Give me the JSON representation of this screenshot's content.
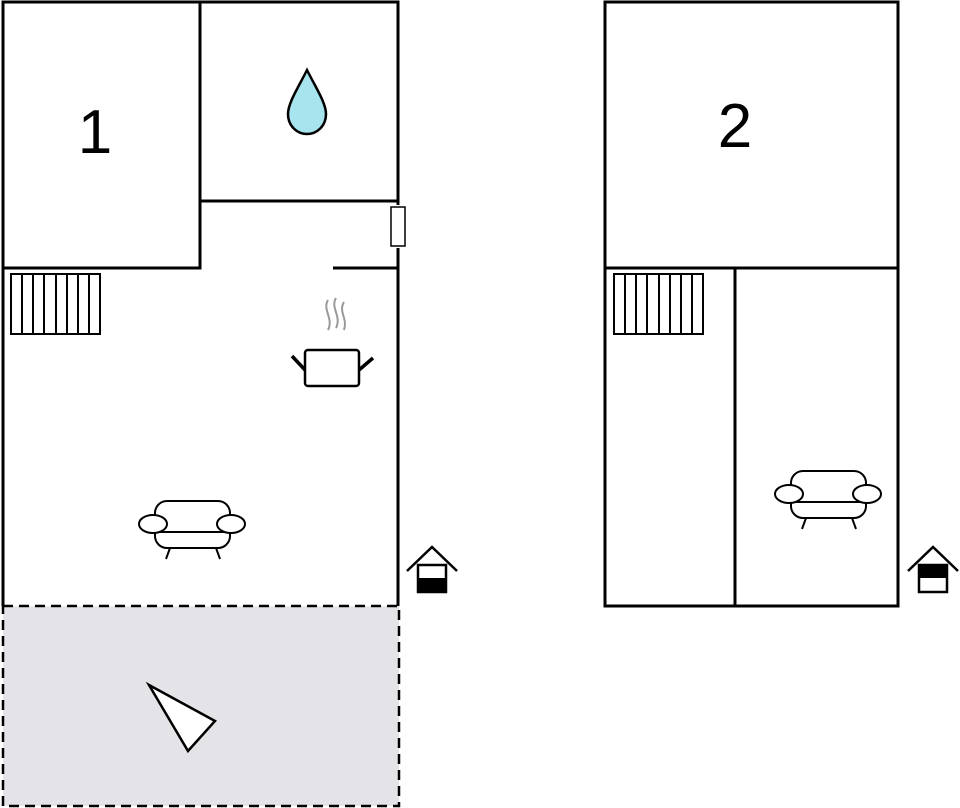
{
  "floors": [
    {
      "rooms": [
        {
          "label": "1",
          "kind": "bedroom"
        },
        {
          "label": "",
          "kind": "bathroom"
        },
        {
          "label": "",
          "kind": "kitchen-living"
        },
        {
          "label": "",
          "kind": "terrace"
        }
      ],
      "icons": [
        "water-drop-icon",
        "stairs-icon",
        "cooking-pot-icon",
        "sofa-icon",
        "entrance-house-icon",
        "compass-arrow-icon"
      ]
    },
    {
      "rooms": [
        {
          "label": "2",
          "kind": "bedroom"
        },
        {
          "label": "",
          "kind": "hall"
        },
        {
          "label": "",
          "kind": "living"
        }
      ],
      "icons": [
        "stairs-icon",
        "sofa-icon",
        "entrance-house-icon"
      ]
    }
  ],
  "colors": {
    "wall": "#000000",
    "water": "#a8e4ee",
    "terrace": "#e4e4e8",
    "steam": "#999999"
  }
}
